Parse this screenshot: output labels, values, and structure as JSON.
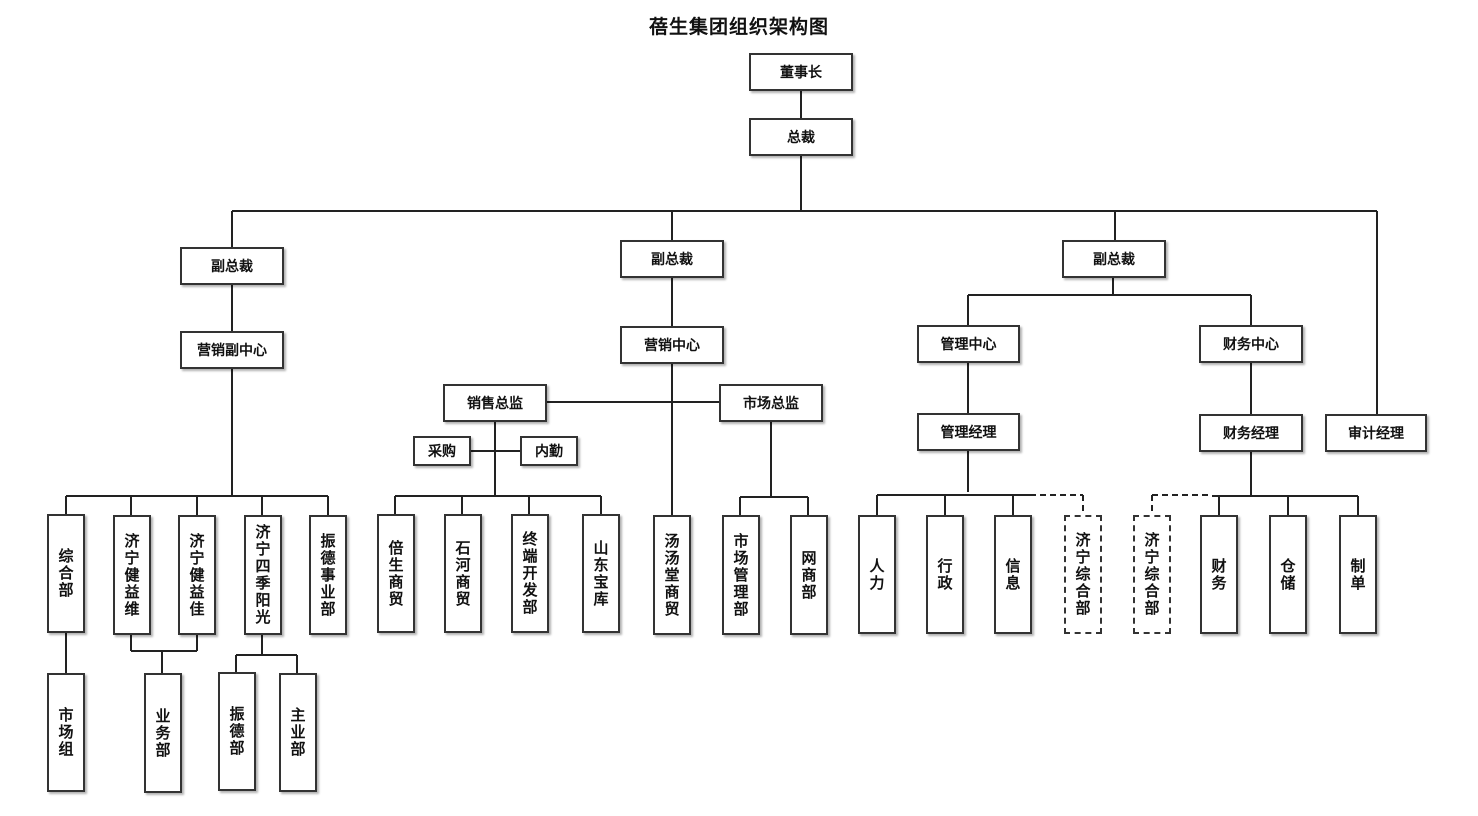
{
  "title": "蓓生集团组织架构图",
  "nodes": {
    "chairman": "董事长",
    "president": "总裁",
    "vp1": "副总裁",
    "vp2": "副总裁",
    "vp3": "副总裁",
    "audit": "审计经理",
    "mkt_vice_center": "营销副中心",
    "mkt_center": "营销中心",
    "sales_director": "销售总监",
    "market_director": "市场总监",
    "purchase": "采购",
    "internal": "内勤",
    "mgmt_center": "管理中心",
    "fin_center": "财务中心",
    "mgmt_manager": "管理经理",
    "fin_manager": "财务经理",
    "zonghe": "综合部",
    "jianyiwei": "济宁健益维",
    "jianyijia": "济宁健益佳",
    "siji": "济宁四季阳光",
    "zhende_biz": "振德事业部",
    "shichangzu": "市场组",
    "yewu": "业务部",
    "zhende": "振德部",
    "zhuye": "主业部",
    "beisheng": "倍生商贸",
    "shihe": "石河商贸",
    "zhongduan": "终端开发部",
    "shandong": "山东宝库",
    "tangtang": "汤汤堂商贸",
    "shichang_mgmt": "市场管理部",
    "wangshang": "网商部",
    "renli": "人力",
    "xingzheng": "行政",
    "xinxi": "信息",
    "zonghe_a": "济宁综合部",
    "zonghe_b": "济宁综合部",
    "caiwu": "财务",
    "cangchu": "仓储",
    "zhidan": "制单"
  }
}
